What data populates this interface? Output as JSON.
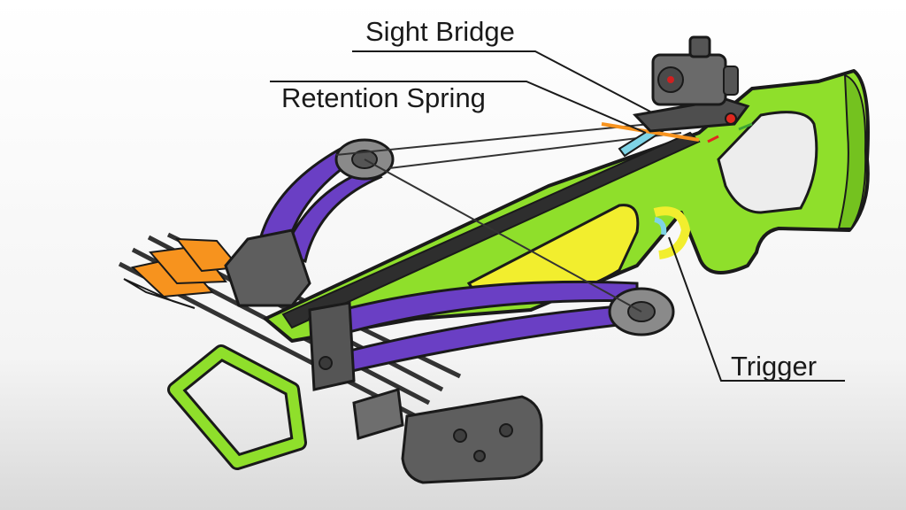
{
  "labels": {
    "sight_bridge": "Sight Bridge",
    "retention_spring": "Retention Spring",
    "trigger": "Trigger"
  },
  "colors": {
    "stock_green": "#8fdf2b",
    "limb_purple": "#6a3fc4",
    "hardware_gray": "#6e6e6e",
    "trigger_yellow": "#f2ee2e",
    "fletching_orange": "#f7931e",
    "spring_blue": "#7fd4e6",
    "outline": "#1a1a1a"
  },
  "icons": {
    "scope": "red-dot-sight-icon",
    "quiver": "arrow-quiver-icon",
    "cocking_stirrup": "foot-stirrup-icon"
  }
}
